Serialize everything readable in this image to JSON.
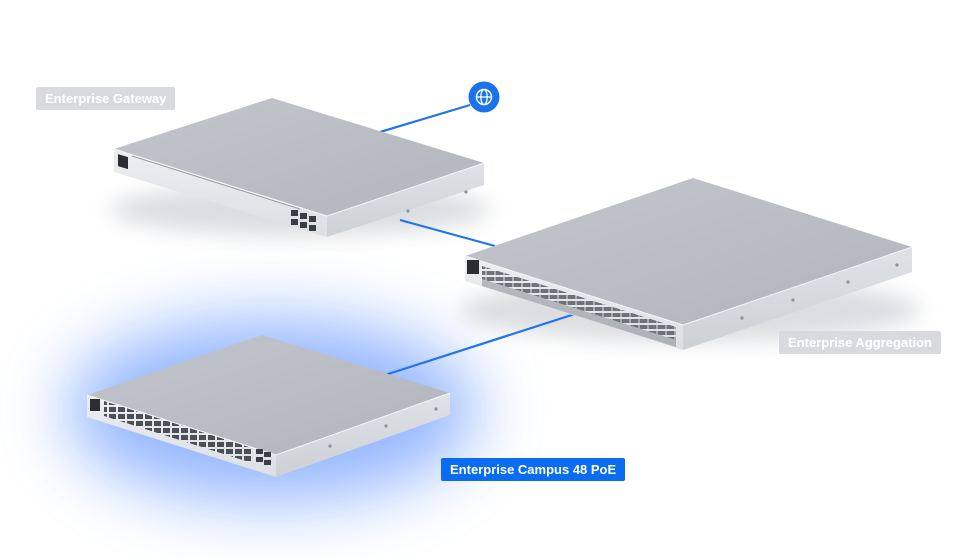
{
  "labels": {
    "gateway": "Enterprise Gateway",
    "aggregation": "Enterprise Aggregation",
    "campus": "Enterprise Campus 48 PoE"
  },
  "colors": {
    "link": "#1f74ee",
    "internet": "#1a73e8",
    "active_label": "#0a6cf0",
    "muted_label": "#d8dadd",
    "glow": "#3d7bff"
  },
  "icons": {
    "internet": "globe-icon"
  }
}
